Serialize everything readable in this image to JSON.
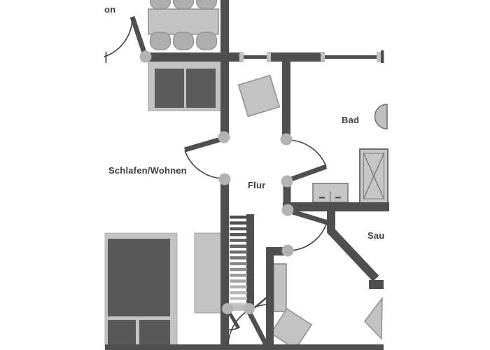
{
  "image_type": "architectural floor plan (cropped)",
  "rooms": {
    "balkon_fragment": "on",
    "schlafen_wohnen": "Schlafen/Wohnen",
    "flur": "Flur",
    "bad": "Bad",
    "sauna_fragment": "Sau"
  },
  "furniture": [
    {
      "name": "dining-table",
      "room": "balcony/top"
    },
    {
      "name": "dining-chairs",
      "count": 6
    },
    {
      "name": "sofa-kitchen-unit",
      "room": "Schlafen/Wohnen"
    },
    {
      "name": "double-bed-with-pillows",
      "room": "Schlafen/Wohnen"
    },
    {
      "name": "wardrobe",
      "room": "Schlafen/Wohnen"
    },
    {
      "name": "staircase",
      "steps": 16,
      "room": "Flur"
    },
    {
      "name": "rotated-table",
      "room": "Flur"
    },
    {
      "name": "shower-with-x",
      "room": "Bad"
    },
    {
      "name": "washbasin-halfround",
      "room": "Bad"
    },
    {
      "name": "vanity-double-sink",
      "room": "Bad"
    },
    {
      "name": "sauna-bench",
      "room": "Sauna"
    },
    {
      "name": "rotated-stool",
      "room": "Sauna"
    },
    {
      "name": "corner-heater-triangle",
      "room": "Sauna"
    }
  ],
  "doors": [
    {
      "name": "balcony-door"
    },
    {
      "name": "schlafen-wohnen-door"
    },
    {
      "name": "bad-door"
    },
    {
      "name": "sauna-door"
    },
    {
      "name": "stair-bottom-doors",
      "count": 2
    }
  ],
  "colors": {
    "background": "#ffffff",
    "wall": "#4f4f4f",
    "furniture_fill": "#c3c3c3",
    "furniture_border": "#8f8f8f",
    "furniture_dark": "#585858",
    "hinge_circle": "#b3b3b3",
    "door_arc": "#3f3f3f",
    "label_text": "#3d3d3d",
    "window_cap": "#c0c0c0"
  }
}
